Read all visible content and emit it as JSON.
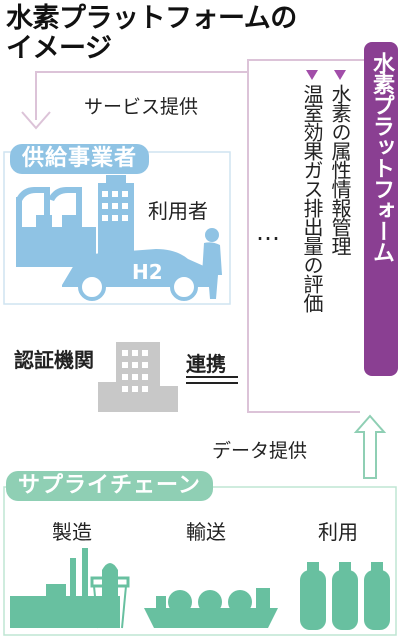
{
  "title": {
    "line1": "水素プラットフォームの",
    "line2": "イメージ"
  },
  "platform": {
    "label": "水素プラットフォーム",
    "items": [
      "水素の属性情報管理",
      "温室効果ガス排出量の評価"
    ]
  },
  "service_arrow_label": "サービス提供",
  "supplier": {
    "label": "供給事業者",
    "user_label": "利用者",
    "h2_label": "H2"
  },
  "ellipsis": "…",
  "certifier": {
    "label": "認証機関",
    "link_label": "連携"
  },
  "data_arrow_label": "データ提供",
  "supply_chain": {
    "label": "サプライチェーン",
    "stages": [
      "製造",
      "輸送",
      "利用"
    ]
  },
  "colors": {
    "blue_tag": "#8fc3e4",
    "blue_art": "#8fc3e4",
    "green_tag": "#8fcfb4",
    "green_art": "#68c0a0",
    "purple": "#8a3f92",
    "pink_line": "#dcc3d8",
    "gray_building": "#c8c8c8"
  }
}
